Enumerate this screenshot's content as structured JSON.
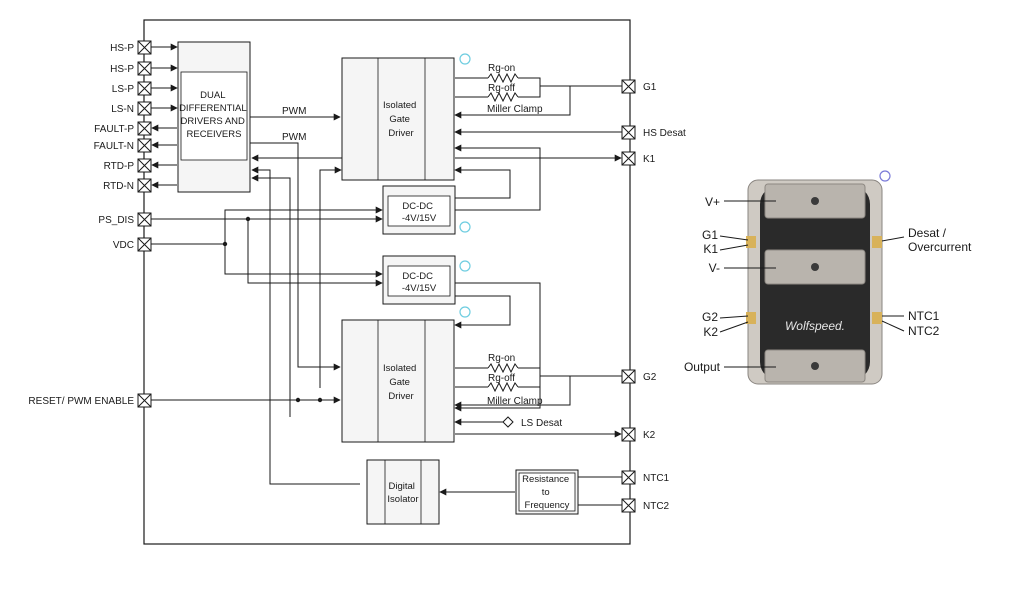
{
  "pins_left": [
    "HS-P",
    "HS-P",
    "LS-P",
    "LS-N",
    "FAULT-P",
    "FAULT-N",
    "RTD-P",
    "RTD-N"
  ],
  "ps_dis": "PS_DIS",
  "vdc": "VDC",
  "reset": "RESET/ PWM ENABLE",
  "dual_block": [
    "DUAL",
    "DIFFERENTIAL",
    "DRIVERS AND",
    "RECEIVERS"
  ],
  "pwm": "PWM",
  "gate_driver": [
    "Isolated",
    "Gate",
    "Driver"
  ],
  "dcdc": [
    "DC-DC",
    "-4V/15V"
  ],
  "rg_on": "Rg-on",
  "rg_off": "Rg-off",
  "miller": "Miller Clamp",
  "ls_desat": "LS Desat",
  "digital_isolator": [
    "Digital",
    "Isolator"
  ],
  "res_freq": [
    "Resistance",
    "to",
    "Frequency"
  ],
  "pins_right": {
    "g1": "G1",
    "hs_desat": "HS Desat",
    "k1": "K1",
    "g2": "G2",
    "k2": "K2",
    "ntc1": "NTC1",
    "ntc2": "NTC2"
  },
  "module": {
    "v_plus": "V+",
    "g1": "G1",
    "k1": "K1",
    "v_minus": "V-",
    "g2": "G2",
    "k2": "K2",
    "output": "Output",
    "desat": [
      "Desat /",
      "Overcurrent"
    ],
    "ntc1": "NTC1",
    "ntc2": "NTC2",
    "logo": "Wolfspeed."
  },
  "colors": {
    "line": "#1a1a1a",
    "block_fill": "#f5f5f5",
    "module_body": "#2a2a2a",
    "plate": "#b9b4ad",
    "marker": "#6ecde0"
  }
}
